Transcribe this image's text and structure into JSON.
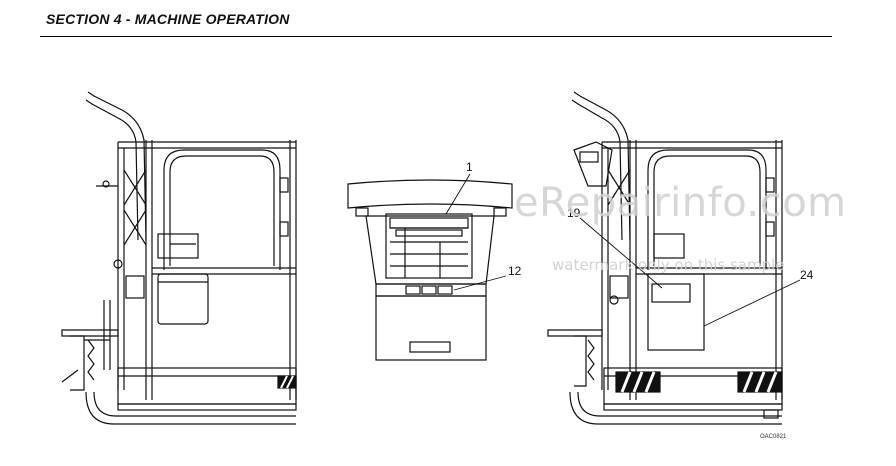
{
  "header": {
    "title": "SECTION 4 - MACHINE OPERATION"
  },
  "callouts": {
    "c1": "1",
    "c12": "12",
    "c19": "19",
    "c24": "24"
  },
  "watermark": {
    "site": "eRepairinfo.com",
    "note": "watermark only on this sample"
  },
  "figure": {
    "code": "OAC0821"
  },
  "colors": {
    "ink": "#111111",
    "watermark": "#cfcfcf"
  }
}
